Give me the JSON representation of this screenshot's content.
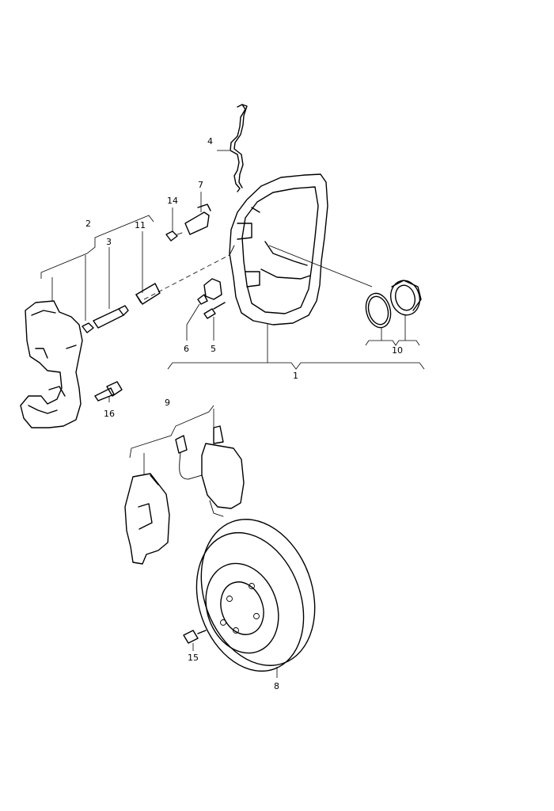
{
  "callouts": {
    "c1": "1",
    "c2": "2",
    "c3": "3",
    "c4": "4",
    "c5": "5",
    "c6": "6",
    "c7": "7",
    "c8": "8",
    "c9": "9",
    "c10": "10",
    "c11": "11",
    "c14": "14",
    "c15": "15",
    "c16": "16"
  }
}
